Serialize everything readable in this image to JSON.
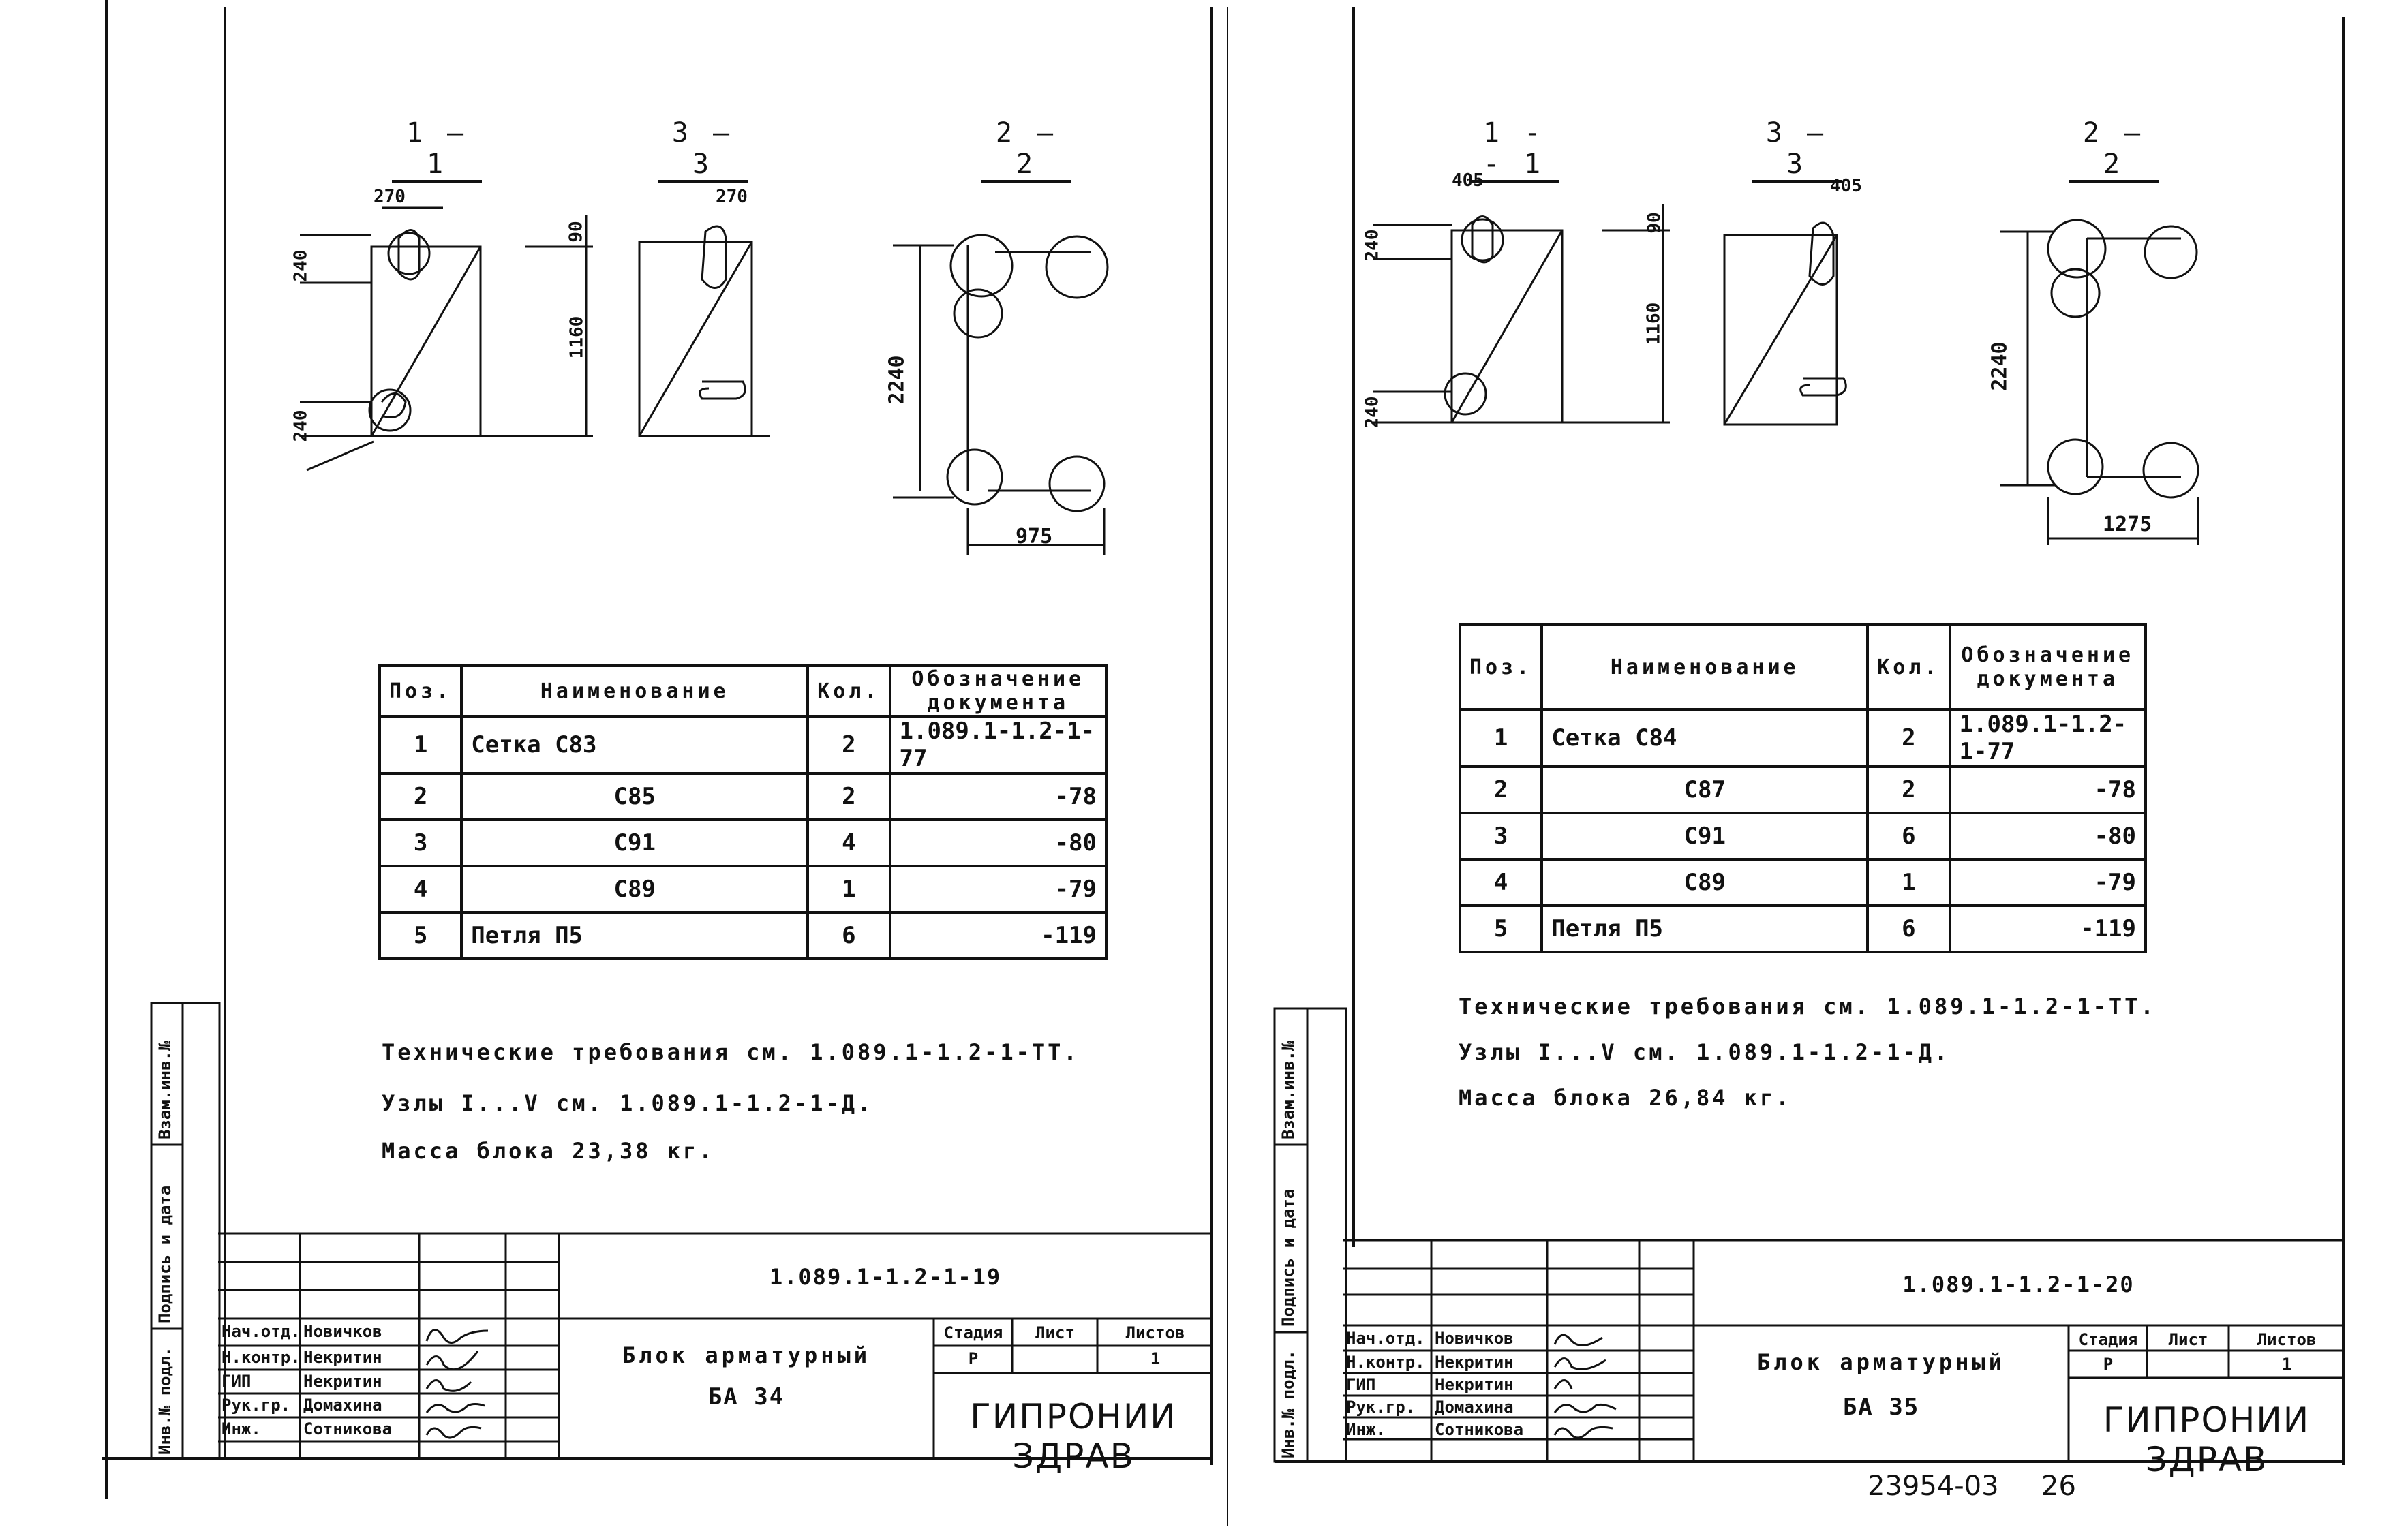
{
  "sheets": [
    {
      "sections": [
        "1 — 1",
        "3 — 3",
        "2 — 2"
      ],
      "dims": {
        "w11": "270",
        "w33": "270",
        "top_gap": "90",
        "height": "1160",
        "end_top": "240",
        "end_bot": "240",
        "sec22_h": "2240",
        "sec22_w": "975"
      },
      "table": {
        "headers": [
          "Поз.",
          "Наименование",
          "Кол.",
          "Обозначение документа"
        ],
        "rows": [
          [
            "1",
            "Сетка С83",
            "2",
            "1.089.1-1.2-1-77"
          ],
          [
            "2",
            "С85",
            "2",
            "-78"
          ],
          [
            "3",
            "С91",
            "4",
            "-80"
          ],
          [
            "4",
            "С89",
            "1",
            "-79"
          ],
          [
            "5",
            "Петля П5",
            "6",
            "-119"
          ]
        ]
      },
      "notes": [
        "Технические требования см. 1.089.1-1.2-1-ТТ.",
        "Узлы I...V см. 1.089.1-1.2-1-Д.",
        "Масса блока    23,38 кг."
      ],
      "doc_code": "1.089.1-1.2-1-19",
      "title": "Блок арматурный",
      "mark": "БА 34",
      "stage_label": "Стадия",
      "sheet_label": "Лист",
      "sheets_label": "Листов",
      "stage": "Р",
      "sheets_count": "1",
      "org": "ГИПРОНИИ ЗДРАВ",
      "roles": [
        "Нач.отд.",
        "Н.контр.",
        "ГИП",
        "Рук.гр.",
        "Инж."
      ],
      "names": [
        "Новичков",
        "Некритин",
        "Некритин",
        "Домахина",
        "Сотникова"
      ],
      "side_labels": [
        "Взам.инв.№",
        "Подпись и дата",
        "Инв.№ подл."
      ]
    },
    {
      "sections": [
        "1 -- 1",
        "3 — 3",
        "2 — 2"
      ],
      "dims": {
        "w11": "405",
        "w33": "405",
        "top_gap": "90",
        "height": "1160",
        "end_top": "240",
        "end_bot": "240",
        "sec22_h": "2240",
        "sec22_w": "1275"
      },
      "table": {
        "headers": [
          "Поз.",
          "Наименование",
          "Кол.",
          "Обозначение документа"
        ],
        "rows": [
          [
            "1",
            "Сетка С84",
            "2",
            "1.089.1-1.2-1-77"
          ],
          [
            "2",
            "С87",
            "2",
            "-78"
          ],
          [
            "3",
            "С91",
            "6",
            "-80"
          ],
          [
            "4",
            "С89",
            "1",
            "-79"
          ],
          [
            "5",
            "Петля П5",
            "6",
            "-119"
          ]
        ]
      },
      "notes": [
        "Технические требования см. 1.089.1-1.2-1-ТТ.",
        "Узлы I...V  см. 1.089.1-1.2-1-Д.",
        "Масса блока  26,84 кг."
      ],
      "doc_code": "1.089.1-1.2-1-20",
      "title": "Блок арматурный",
      "mark": "БА 35",
      "stage_label": "Стадия",
      "sheet_label": "Лист",
      "sheets_label": "Листов",
      "stage": "Р",
      "sheets_count": "1",
      "org": "ГИПРОНИИ ЗДРАВ",
      "roles": [
        "Нач.отд.",
        "Н.контр.",
        "ГИП",
        "Рук.гр.",
        "Инж."
      ],
      "names": [
        "Новичков",
        "Некритин",
        "Некритин",
        "Домахина",
        "Сотникова"
      ],
      "side_labels": [
        "Взам.инв.№",
        "Подпись и дата",
        "Инв.№ подл."
      ]
    }
  ],
  "footer": {
    "number": "23954-03",
    "page": "26"
  }
}
